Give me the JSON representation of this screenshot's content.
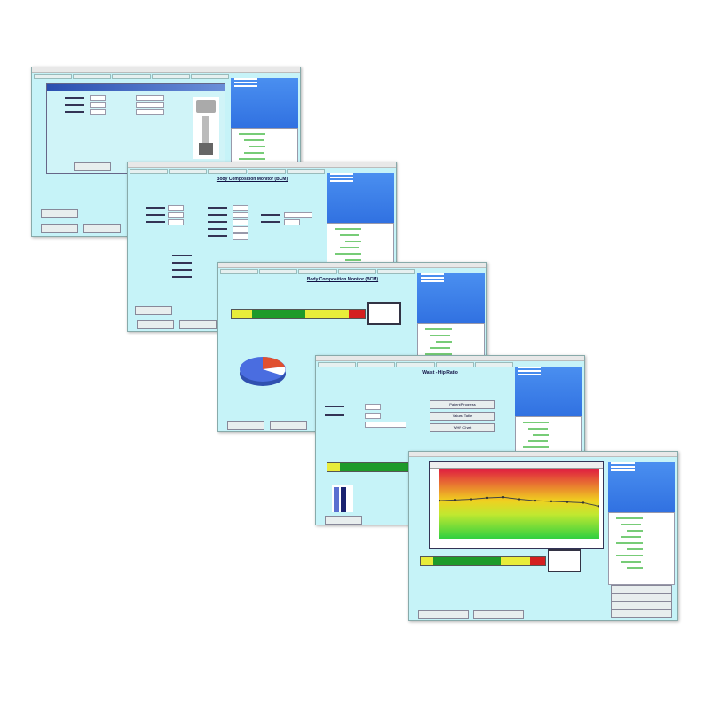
{
  "windows": [
    {
      "name": "device-settings-window"
    },
    {
      "name": "body-composition-window",
      "title": "Body Composition Monitor (BCM)"
    },
    {
      "name": "bcm-analysis-window",
      "title": "Body Composition Monitor (BCM)"
    },
    {
      "name": "waist-hip-window",
      "title": "Waist - Hip Ratio",
      "buttons": [
        "Patient Progress",
        "Values Table",
        "WHR Chart"
      ]
    },
    {
      "name": "progress-chart-window"
    }
  ],
  "colors": {
    "panel": "#c6f3f8",
    "sidebar": "#3d7ee8",
    "green": "#1e9a2a",
    "yellow": "#e8ec3a",
    "red": "#d42020",
    "pie_blue": "#4a6de0",
    "pie_red": "#e05030"
  },
  "charts": {
    "bcm_strip_segments": [
      [
        "yellow",
        15
      ],
      [
        "green",
        40
      ],
      [
        "yellow",
        33
      ],
      [
        "red",
        12
      ]
    ],
    "whr_strip_segments": [
      [
        "yellow",
        15
      ],
      [
        "green",
        85
      ]
    ],
    "progress_strip_segments": [
      [
        "yellow",
        10
      ],
      [
        "green",
        55
      ],
      [
        "yellow",
        23
      ],
      [
        "red",
        12
      ]
    ],
    "progress_line": [
      55,
      56,
      57,
      59,
      60,
      57,
      55,
      54,
      53,
      52,
      47
    ]
  }
}
